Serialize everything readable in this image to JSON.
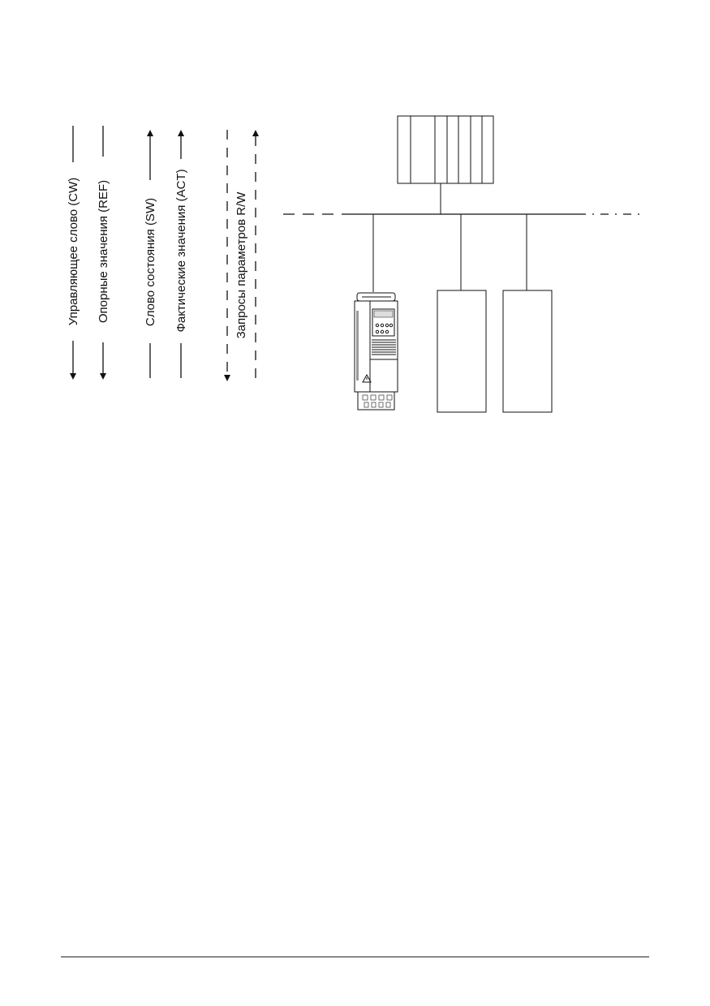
{
  "signals": [
    {
      "key": "cw",
      "label": "Управляющее слово (CW)",
      "direction": "to-slaves",
      "style": "solid"
    },
    {
      "key": "ref",
      "label": "Опорные значения (REF)",
      "direction": "to-slaves",
      "style": "solid"
    },
    {
      "key": "sw",
      "label": "Слово состояния (SW)",
      "direction": "to-master",
      "style": "solid"
    },
    {
      "key": "act",
      "label": "Фактические значения (ACT)",
      "direction": "to-master",
      "style": "solid"
    },
    {
      "key": "rw",
      "label": "Запросы параметров R/W",
      "direction": "both",
      "style": "dashed"
    }
  ],
  "nodes": {
    "master": "rack-controller",
    "bus": "fieldbus",
    "drive": "frequency-drive",
    "slave_devices": 2
  },
  "icons": [
    "arrow-down-icon",
    "arrow-up-icon",
    "warning-triangle-icon"
  ]
}
